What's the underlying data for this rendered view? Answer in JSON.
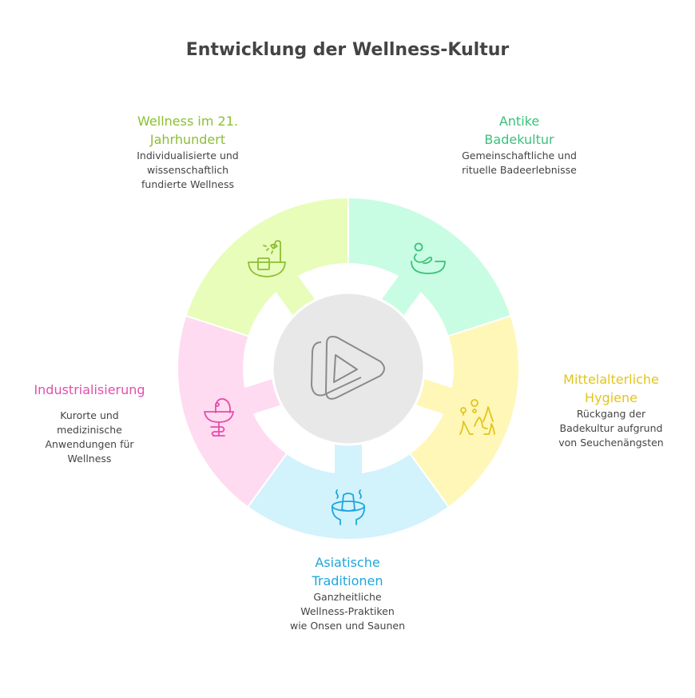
{
  "title": "Entwicklung der Wellness-Kultur",
  "center": {
    "icon": "layered-play-icon",
    "fill": "#e8e8e8",
    "stroke": "#8a8a8a"
  },
  "segments": [
    {
      "title": "Antike Badekultur",
      "title_lines": [
        "Antike",
        "Badekultur"
      ],
      "description_lines": [
        "Gemeinschaftliche und",
        "rituelle Badeerlebnisse"
      ],
      "icon": "person-bathing-icon",
      "fill": "#c8fde3",
      "accent": "#3cc07a"
    },
    {
      "title": "Mittelalterliche Hygiene",
      "title_lines": [
        "Mittelalterliche",
        "Hygiene"
      ],
      "description_lines": [
        "Rückgang der",
        "Badekultur aufgrund",
        "von Seuchenängsten"
      ],
      "icon": "people-fear-icon",
      "fill": "#fff7b8",
      "accent": "#e2c51a"
    },
    {
      "title": "Asiatische Traditionen",
      "title_lines": [
        "Asiatische",
        "Traditionen"
      ],
      "description_lines": [
        "Ganzheitliche",
        "Wellness-Praktiken",
        "wie Onsen und Saunen"
      ],
      "icon": "hot-spring-icon",
      "fill": "#d2f2fc",
      "accent": "#1fa6dc"
    },
    {
      "title": "Industrialisierung",
      "title_lines": [
        "Industrialisierung"
      ],
      "description_lines": [
        "Kurorte und",
        "medizinische",
        "Anwendungen für",
        "Wellness"
      ],
      "icon": "medical-fountain-icon",
      "fill": "#fedbf0",
      "accent": "#e24fab"
    },
    {
      "title": "Wellness im 21. Jahrhundert",
      "title_lines": [
        "Wellness im 21.",
        "Jahrhundert"
      ],
      "description_lines": [
        "Individualisierte und",
        "wissenschaftlich",
        "fundierte Wellness"
      ],
      "icon": "shower-bath-icon",
      "fill": "#e8fdba",
      "accent": "#8cbf34"
    }
  ]
}
